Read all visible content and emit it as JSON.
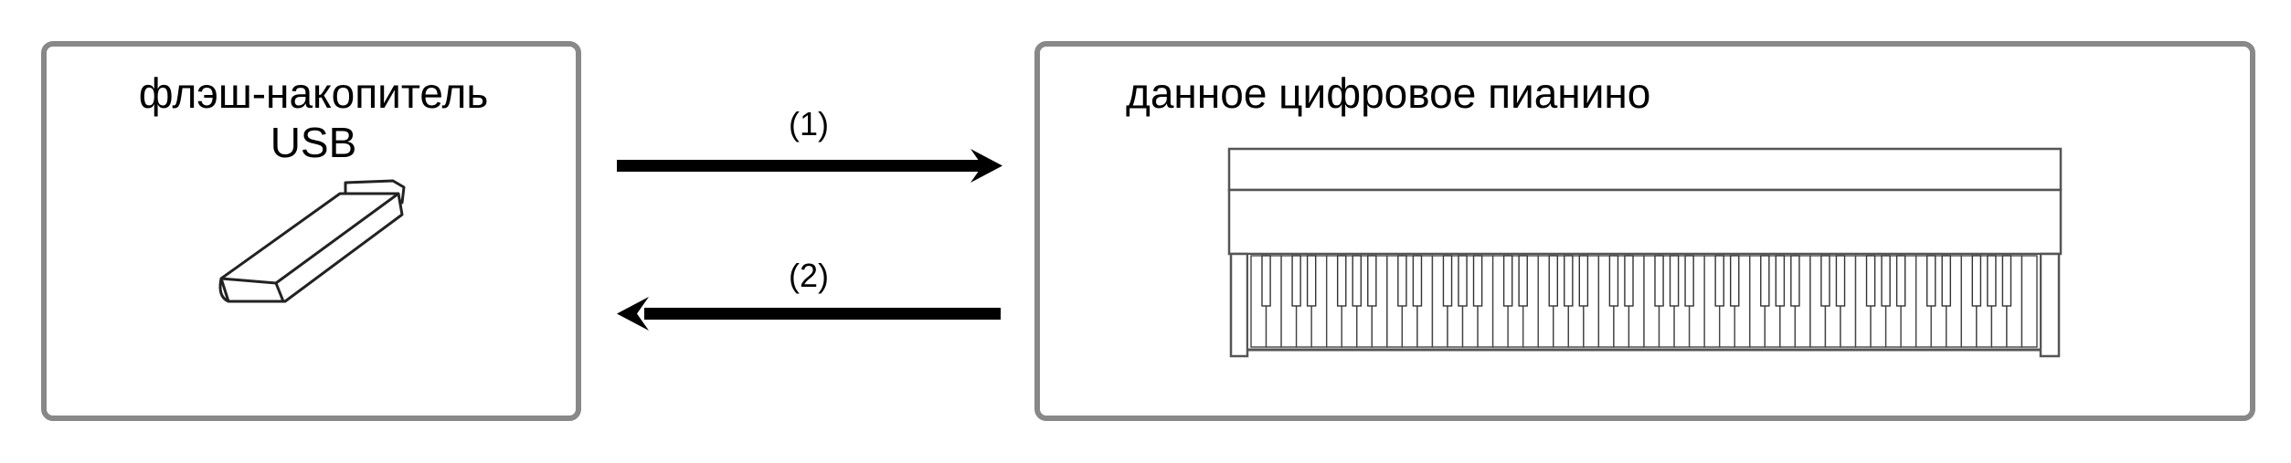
{
  "left_box": {
    "title_line1": "флэш-накопитель",
    "title_line2": "USB",
    "icon": "usb-flash-drive-icon"
  },
  "right_box": {
    "title": "данное цифровое пианино",
    "icon": "digital-piano-icon",
    "white_keys": 52
  },
  "arrows": {
    "forward_label": "(1)",
    "backward_label": "(2)"
  },
  "colors": {
    "box_border": "#888888",
    "ink": "#000000",
    "piano_outline": "#555555"
  }
}
